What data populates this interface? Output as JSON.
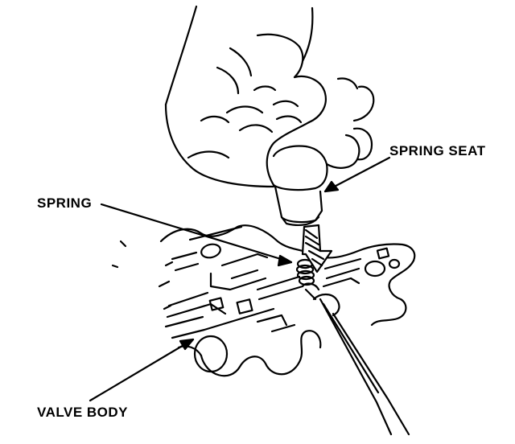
{
  "labels": {
    "spring_seat": "SPRING SEAT",
    "spring": "SPRING",
    "valve_body": "VALVE BODY"
  },
  "colors": {
    "ink": "#000000",
    "paper": "#ffffff"
  }
}
